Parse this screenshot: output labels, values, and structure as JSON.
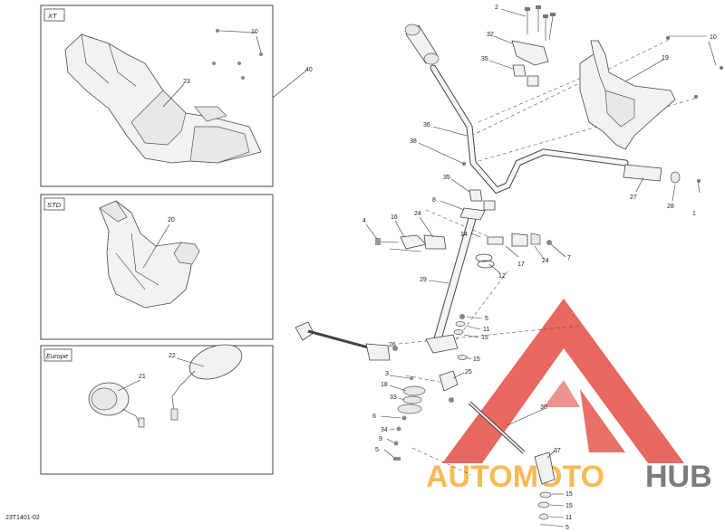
{
  "diagram_code": "23T1401-02",
  "watermark": {
    "brand_part1": "AUTOMOTO",
    "brand_part2": "HUB",
    "color_red": "#e03a2e",
    "color_orange": "#f5a623",
    "color_grey": "#555555"
  },
  "panels": {
    "xt": {
      "tag": "XT",
      "labels": {
        "guard": "23",
        "screw": "10"
      }
    },
    "std": {
      "tag": "STD",
      "labels": {
        "guard": "20"
      }
    },
    "europe": {
      "tag": "Europe",
      "labels": {
        "mirror_left": "21",
        "mirror_right": "22"
      }
    }
  },
  "labels": {
    "l40": "40",
    "l2": "2",
    "l32": "32",
    "l10": "10",
    "l19": "19",
    "l35a": "35",
    "l36": "36",
    "l38": "38",
    "l35b": "35",
    "l27": "27",
    "l28": "28",
    "l1": "1",
    "l8": "8",
    "l4": "4",
    "l16": "16",
    "l24a": "24",
    "l14": "14",
    "l17": "17",
    "l24b": "24",
    "l7": "7",
    "l12": "12",
    "l29": "29",
    "l5a": "5",
    "l11a": "11",
    "l15a": "15",
    "l15b": "15",
    "l26": "26",
    "l25": "25",
    "l3": "3",
    "l18": "18",
    "l33": "33",
    "l6": "6",
    "l34": "34",
    "l9": "9",
    "l5b": "5",
    "l30": "30",
    "l37": "37",
    "l15c": "15",
    "l15d": "15",
    "l11b": "11",
    "l5c": "5"
  }
}
